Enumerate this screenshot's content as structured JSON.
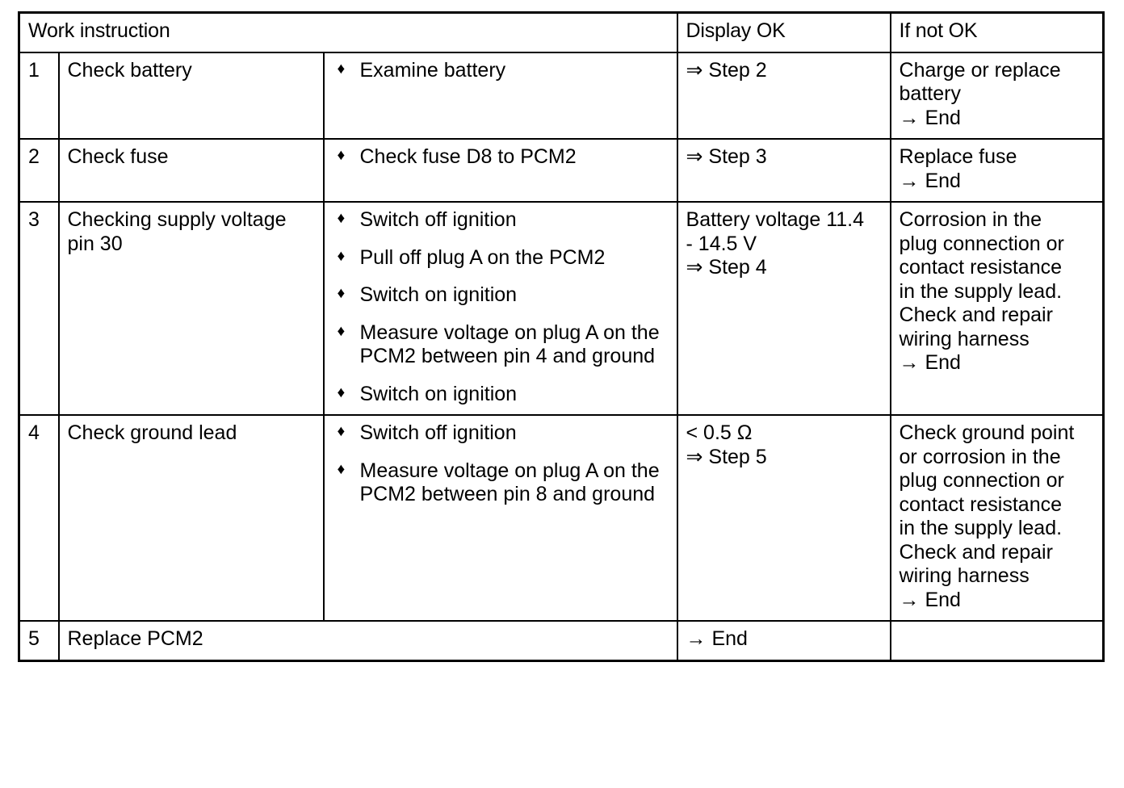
{
  "table": {
    "headers": {
      "work_instruction": "Work instruction",
      "display_ok": "Display OK",
      "if_not_ok": "If not OK"
    },
    "rows": [
      {
        "num": "1",
        "instruction": "Check battery",
        "actions": [
          "Examine battery"
        ],
        "display_ok": [
          "⇒ Step 2"
        ],
        "if_not_ok": [
          "Charge or replace",
          "battery",
          "→ End"
        ]
      },
      {
        "num": "2",
        "instruction": "Check fuse",
        "actions": [
          "Check fuse D8 to PCM2"
        ],
        "display_ok": [
          "⇒ Step 3"
        ],
        "if_not_ok": [
          "Replace fuse",
          "→ End"
        ]
      },
      {
        "num": "3",
        "instruction": "Checking supply voltage pin 30",
        "actions": [
          "Switch off ignition",
          "Pull off plug A on the PCM2",
          "Switch on ignition",
          "Measure voltage on plug A on the PCM2 between pin 4 and ground",
          "Switch on ignition"
        ],
        "display_ok": [
          "Battery voltage 11.4",
          "- 14.5 V",
          "⇒ Step 4"
        ],
        "if_not_ok": [
          "Corrosion in the",
          "plug connection or",
          "contact resistance",
          "in the supply lead.",
          "Check and repair",
          "wiring harness",
          "→ End"
        ]
      },
      {
        "num": "4",
        "instruction": "Check ground lead",
        "actions": [
          "Switch off ignition",
          "Measure voltage on plug A on the PCM2 between pin 8 and ground"
        ],
        "display_ok": [
          "< 0.5 Ω",
          "⇒ Step 5"
        ],
        "if_not_ok": [
          "Check ground point",
          "or corrosion in the",
          "plug connection or",
          "contact resistance",
          "in the supply lead.",
          "Check and repair",
          "wiring harness",
          "→ End"
        ]
      },
      {
        "num": "5",
        "instruction": "Replace PCM2",
        "actions": [],
        "display_ok": [
          "→ End"
        ],
        "if_not_ok": []
      }
    ],
    "bullet_glyph": "♦"
  }
}
